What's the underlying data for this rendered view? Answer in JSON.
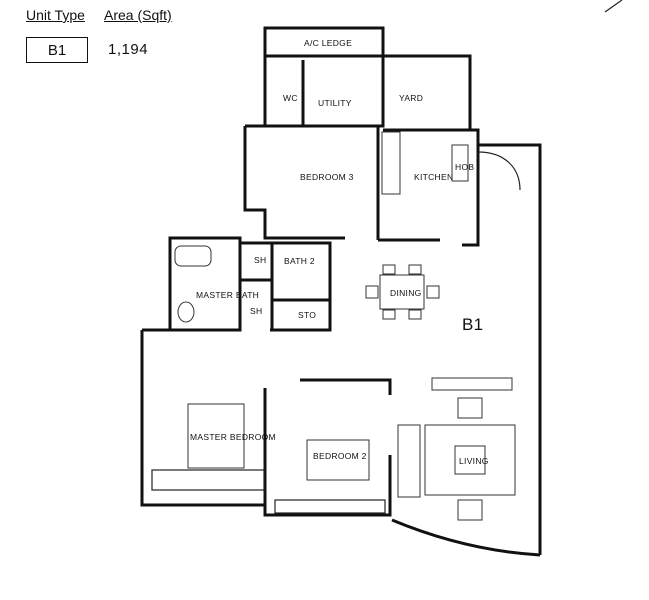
{
  "header": {
    "unit_type_label": "Unit Type",
    "area_label": "Area (Sqft)",
    "unit_code": "B1",
    "area_value": "1,194"
  },
  "plan": {
    "unit_tag": "B1",
    "rooms": {
      "ac_ledge": "A/C LEDGE",
      "wc": "WC",
      "utility": "UTILITY",
      "yard": "YARD",
      "bedroom3": "BEDROOM 3",
      "kitchen": "KITCHEN",
      "hob": "HOB",
      "bath2": "BATH 2",
      "sh1": "SH",
      "sh2": "SH",
      "master_bath": "MASTER BATH",
      "sto": "STO",
      "dining": "DINING",
      "master_bedroom": "MASTER BEDROOM",
      "bedroom2": "BEDROOM 2",
      "living": "LIVING"
    }
  }
}
